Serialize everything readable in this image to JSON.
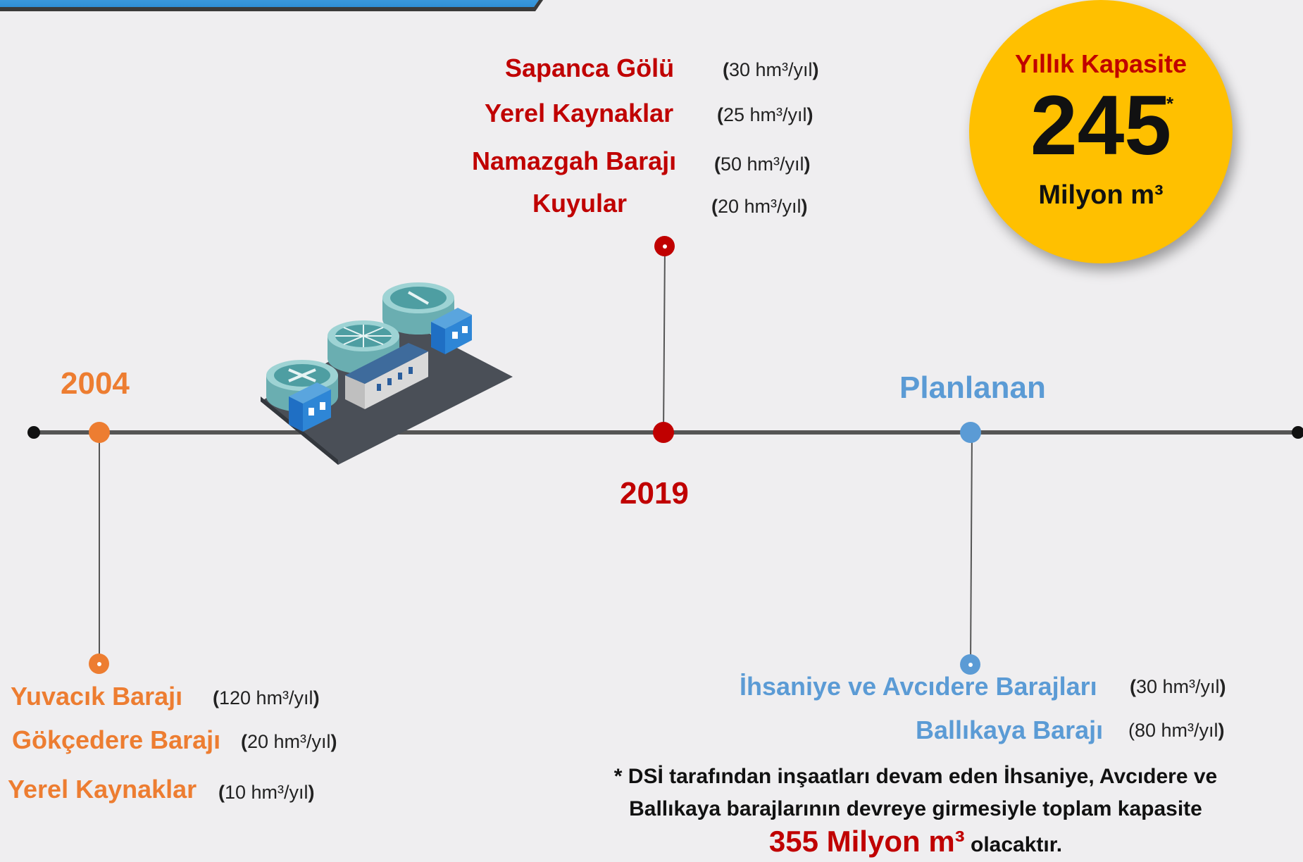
{
  "capacity": {
    "title": "Yıllık Kapasite",
    "value": "245",
    "star": "*",
    "unit": "Milyon m³"
  },
  "timeline": {
    "y2004": "2004",
    "y2019": "2019",
    "planned": "Planlanan"
  },
  "sources_2004": [
    {
      "name": "Yuvacık Barajı",
      "amount": "120 hm³/yıl"
    },
    {
      "name": "Gökçedere Barajı",
      "amount": "20 hm³/yıl"
    },
    {
      "name": "Yerel Kaynaklar",
      "amount": "10 hm³/yıl"
    }
  ],
  "sources_2019": [
    {
      "name": "Sapanca Gölü",
      "amount": "30 hm³/yıl"
    },
    {
      "name": "Yerel Kaynaklar",
      "amount": "25 hm³/yıl"
    },
    {
      "name": "Namazgah Barajı",
      "amount": "50 hm³/yıl"
    },
    {
      "name": "Kuyular",
      "amount": "20 hm³/yıl"
    }
  ],
  "sources_planned": [
    {
      "name": "İhsaniye ve Avcıdere Barajları",
      "amount": "30 hm³/yıl"
    },
    {
      "name": "Ballıkaya Barajı",
      "amount": "80 hm³/yıl"
    }
  ],
  "footnote": {
    "line1": "* DSİ tarafından inşaatları devam eden İhsaniye, Avcıdere ve",
    "line2": "Ballıkaya barajlarının devreye girmesiyle  toplam kapasite",
    "total": "355 Milyon m³",
    "suffix": " olacaktır."
  },
  "colors": {
    "orange": "#ed7d31",
    "red": "#c00000",
    "blue": "#5b9bd5",
    "yellow": "#ffc000"
  }
}
